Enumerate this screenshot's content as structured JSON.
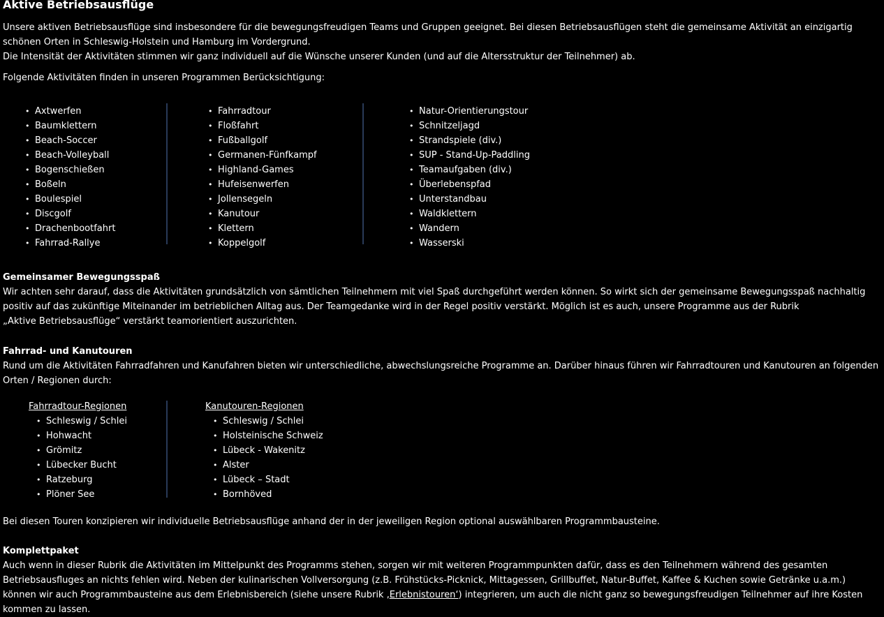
{
  "colors": {
    "divider": "#293a58",
    "fg": "#ffffff",
    "bg": "#000000"
  },
  "title": "Aktive Betriebsausflüge",
  "intro": {
    "lines": [
      "Unsere aktiven Betriebsausflüge sind insbesondere für die bewegungsfreudigen Teams und Gruppen geeignet. Bei diesen Betriebsausflügen steht die gemeinsame Aktivität an einzigartig",
      "schönen Orten in Schleswig-Holstein und Hamburg im Vordergrund.",
      "Die Intensität der Aktivitäten stimmen wir ganz individuell auf die Wünsche unserer Kunden (und auf die Altersstruktur der Teilnehmer) ab."
    ]
  },
  "lead": "Folgende Aktivitäten finden in unseren Programmen Berücksichtigung:",
  "activities": {
    "columns": [
      {
        "items": [
          "Axtwerfen",
          "Baumklettern",
          "Beach-Soccer",
          "Beach-Volleyball",
          "Bogenschießen",
          "Boßeln",
          "Boulespiel",
          "Discgolf",
          "Drachenbootfahrt",
          "Fahrrad-Rallye"
        ]
      },
      {
        "items": [
          "Fahrradtour",
          "Floßfahrt",
          "Fußballgolf",
          "Germanen-Fünfkampf",
          "Highland-Games",
          "Hufeisenwerfen",
          "Jollensegeln",
          "Kanutour",
          "Klettern",
          "Koppelgolf"
        ]
      },
      {
        "items": [
          "Natur-Orientierungstour",
          "Schnitzeljagd",
          "Strandspiele (div.)",
          "SUP - Stand-Up-Paddling",
          "Teamaufgaben (div.)",
          "Überlebenspfad",
          "Unterstandbau",
          "Waldklettern",
          "Wandern",
          "Wasserski"
        ]
      }
    ]
  },
  "bewegung": {
    "heading": "Gemeinsamer Bewegungsspaß",
    "lines": [
      "Wir achten sehr darauf, dass die Aktivitäten grundsätzlich von sämtlichen Teilnehmern mit viel Spaß durchgeführt werden können. So wirkt sich der gemeinsame Bewegungsspaß nachhaltig",
      "positiv auf das zukünftige Miteinander im betrieblichen Alltag aus. Der Teamgedanke wird in der Regel positiv verstärkt. Möglich ist es auch, unsere Programme aus der Rubrik",
      "„Aktive Betriebsausflüge“ verstärkt teamorientiert auszurichten."
    ]
  },
  "touren": {
    "heading": "Fahrrad- und Kanutouren",
    "lines": [
      "Rund um die Aktivitäten Fahrradfahren und Kanufahren bieten wir unterschiedliche, abwechslungsreiche Programme an. Darüber hinaus führen wir Fahrradtouren und Kanutouren an folgenden",
      "Orten / Regionen durch:"
    ]
  },
  "regions": {
    "columns": [
      {
        "header": "Fahrradtour-Regionen",
        "items": [
          "Schleswig / Schlei",
          "Hohwacht",
          "Grömitz",
          "Lübecker Bucht",
          "Ratzeburg",
          "Plöner See"
        ]
      },
      {
        "header": "Kanutouren-Regionen",
        "items": [
          "Schleswig / Schlei",
          "Holsteinische Schweiz",
          "Lübeck - Wakenitz",
          "Alster",
          "Lübeck – Stadt",
          "Bornhöved"
        ]
      }
    ]
  },
  "touren_note": "Bei diesen Touren konzipieren wir individuelle Betriebsausflüge anhand der in der jeweiligen Region optional auswählbaren Programmbausteine.",
  "komplettpaket": {
    "heading": "Komplettpaket",
    "lines": [
      "Auch wenn in dieser Rubrik die Aktivitäten im Mittelpunkt des Programms stehen, sorgen wir mit weiteren Programmpunkten dafür, dass es den Teilnehmern während des gesamten",
      "Betriebsausfluges an nichts fehlen wird. Neben der kulinarischen Vollversorgung (z.B. Frühstücks-Picknick, Mittagessen, Grillbuffet, Natur-Buffet, Kaffee & Kuchen sowie Getränke u.a.m.)"
    ],
    "line3_pre": "können wir auch Programmbausteine aus dem Erlebnisbereich (siehe unsere Rubrik ‚",
    "link_label": "Erlebnistouren‘",
    "line3_post": ") integrieren, um auch die nicht ganz so bewegungsfreudigen Teilnehmer auf ihre Kosten",
    "line4": "kommen zu lassen."
  }
}
